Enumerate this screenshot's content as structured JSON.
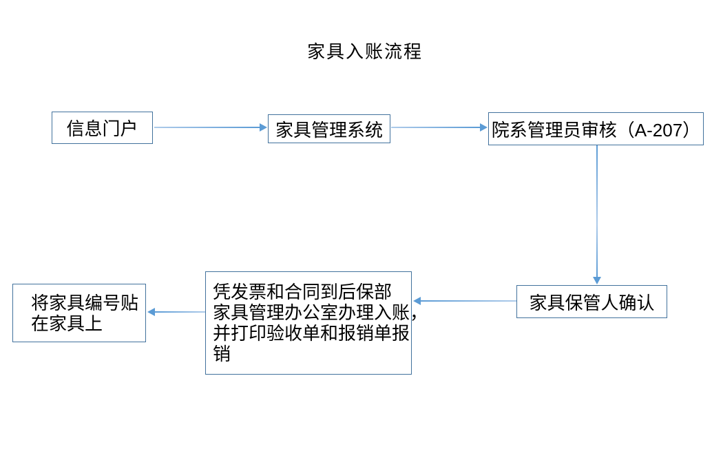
{
  "title": "家具入账流程",
  "colors": {
    "box_border": "#41719C",
    "arrow": "#5B9BD5",
    "arrow_light": "#AECBEA",
    "text": "#000000",
    "background": "#FFFFFF"
  },
  "nodes": {
    "portal": {
      "label": "信息门户"
    },
    "system": {
      "label": "家具管理系统"
    },
    "review": {
      "label": "院系管理员审核（A-207）"
    },
    "custodian": {
      "label": "家具保管人确认"
    },
    "office": {
      "label": "凭发票和合同到后保部家具管理办公室办理入账，并打印验收单和报销单报销",
      "lines": [
        "凭发票和合同到后保部",
        "家具管理办公室办理入账，",
        "并打印验收单和报销单报",
        "销"
      ]
    },
    "labeling": {
      "label": "将家具编号贴在家具上",
      "lines": [
        "将家具编号贴",
        "在家具上"
      ]
    }
  },
  "edges": [
    {
      "from": "信息门户",
      "to": "家具管理系统",
      "direction": "right"
    },
    {
      "from": "家具管理系统",
      "to": "院系管理员审核（A-207）",
      "direction": "right"
    },
    {
      "from": "院系管理员审核（A-207）",
      "to": "家具保管人确认",
      "direction": "down"
    },
    {
      "from": "家具保管人确认",
      "to": "凭发票和合同到后保部家具管理办公室办理入账，并打印验收单和报销单报销",
      "direction": "left"
    },
    {
      "from": "凭发票和合同到后保部家具管理办公室办理入账，并打印验收单和报销单报销",
      "to": "将家具编号贴在家具上",
      "direction": "left"
    }
  ]
}
